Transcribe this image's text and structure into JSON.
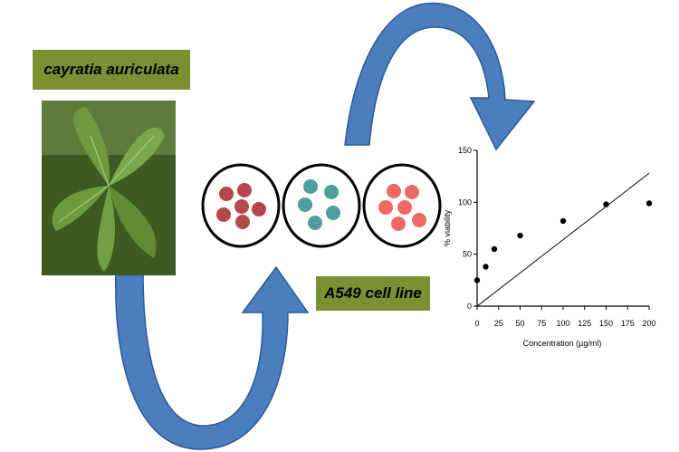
{
  "plant_label": "cayratia auriculata",
  "cell_line_label": "A549 cell line",
  "colors": {
    "arrow_fill": "#4a7ebf",
    "arrow_stroke": "#2e5a94",
    "label_bg": "#7b8f33",
    "dish_red": "#b4484c",
    "dish_teal": "#4f9da0",
    "dish_salmon": "#ef6962"
  },
  "chart_data": {
    "type": "scatter",
    "xlabel": "Concentration (µg/ml)",
    "ylabel": "% viability",
    "xlim": [
      0,
      200
    ],
    "ylim": [
      0,
      150
    ],
    "x_ticks": [
      "0",
      "25",
      "50",
      "75",
      "100",
      "125",
      "150",
      "175",
      "200"
    ],
    "y_ticks": [
      "0",
      "50",
      "100",
      "150"
    ],
    "points": [
      {
        "x": 0,
        "y": 25
      },
      {
        "x": 10,
        "y": 38
      },
      {
        "x": 20,
        "y": 55
      },
      {
        "x": 50,
        "y": 68
      },
      {
        "x": 100,
        "y": 82
      },
      {
        "x": 150,
        "y": 98
      },
      {
        "x": 200,
        "y": 99
      }
    ],
    "trendline": {
      "x0": 0,
      "y0": 0,
      "x1": 200,
      "y1": 128
    },
    "grid": false
  }
}
